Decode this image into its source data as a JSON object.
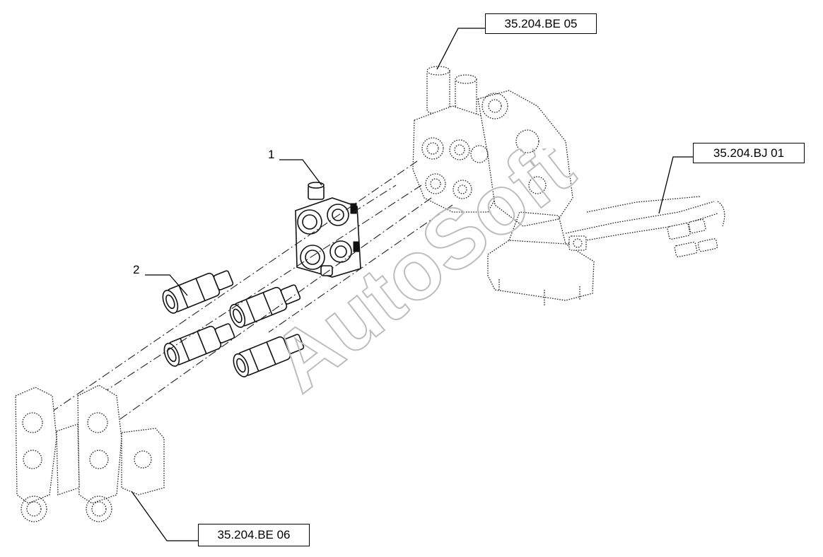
{
  "references": {
    "top": "35.204.BE 05",
    "right": "35.204.BJ 01",
    "bottom": "35.204.BE 06"
  },
  "callouts": {
    "item1": "1",
    "item2": "2"
  },
  "watermark": "AutoSoft",
  "colors": {
    "line": "#111111",
    "background": "#ffffff",
    "watermark_stroke": "#bdbdbd"
  }
}
